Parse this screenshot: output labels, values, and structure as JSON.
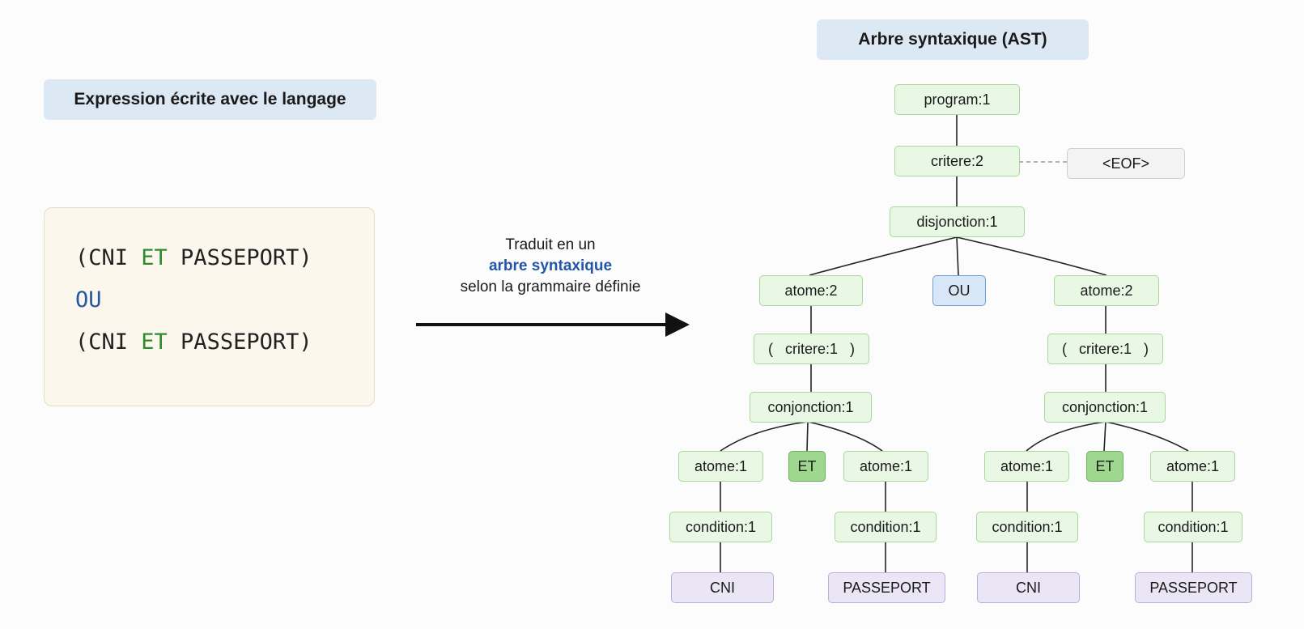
{
  "left_panel": {
    "title": "Expression écrite avec le langage",
    "expression": {
      "line1": {
        "open": "(CNI ",
        "keyword": "ET",
        "close": " PASSEPORT)"
      },
      "line2": {
        "keyword": "OU"
      },
      "line3": {
        "open": "(CNI ",
        "keyword": "ET",
        "close": " PASSEPORT)"
      }
    }
  },
  "arrow": {
    "caption_line1": "Traduit en un",
    "caption_highlight": "arbre syntaxique",
    "caption_line3": "selon la grammaire définie"
  },
  "ast": {
    "title": "Arbre syntaxique (AST)",
    "nodes": {
      "program": "program:1",
      "critere_root": "critere:2",
      "eof": "<EOF>",
      "disjonction": "disjonction:1",
      "atome_left": "atome:2",
      "ou": "OU",
      "atome_right": "atome:2",
      "critere_left": "(   critere:1   )",
      "critere_right": "(   critere:1   )",
      "conj_left": "conjonction:1",
      "conj_right": "conjonction:1",
      "atome_ll": "atome:1",
      "et_left": "ET",
      "atome_lr": "atome:1",
      "atome_rl": "atome:1",
      "et_right": "ET",
      "atome_rr": "atome:1",
      "cond_ll": "condition:1",
      "cond_lr": "condition:1",
      "cond_rl": "condition:1",
      "cond_rr": "condition:1",
      "leaf_ll": "CNI",
      "leaf_lr": "PASSEPORT",
      "leaf_rl": "CNI",
      "leaf_rr": "PASSEPORT"
    }
  },
  "colors": {
    "keyword_et": "#2e8b2e",
    "keyword_ou": "#2456a8",
    "rule_node": "#e9f7e5",
    "leaf_node": "#ebe6f6",
    "ou_node": "#d8e7f7",
    "et_node": "#9ed88f"
  }
}
